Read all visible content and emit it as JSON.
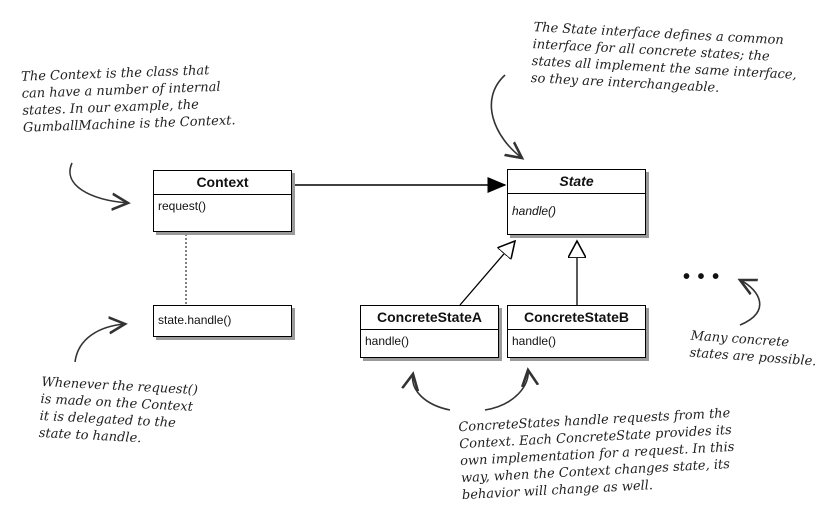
{
  "classes": {
    "context": {
      "name": "Context",
      "method": "request()"
    },
    "state": {
      "name": "State",
      "method": "handle()"
    },
    "concrete_a": {
      "name": "ConcreteStateA",
      "method": "handle()"
    },
    "concrete_b": {
      "name": "ConcreteStateB",
      "method": "handle()"
    }
  },
  "state_handle_note": "state.handle()",
  "ellipsis": "• • •",
  "annotations": {
    "context_note": [
      "The Context is the class that",
      "can have a number of internal",
      "states.  In our example, the",
      "GumballMachine is the Context."
    ],
    "state_note": [
      "The State interface defines a common",
      "interface for all concrete states;  the",
      "states all implement the same interface,",
      "so they are interchangeable."
    ],
    "request_note": [
      "Whenever the request()",
      "is made on the Context",
      "it is delegated to the",
      "state to handle."
    ],
    "concrete_note": [
      "ConcreteStates handle requests from the",
      "Context. Each ConcreteState provides its",
      "own implementation for a request.  In this",
      "way, when the Context changes state, its",
      "behavior will change as well."
    ],
    "many_note": [
      "Many concrete",
      "states are possible."
    ]
  }
}
